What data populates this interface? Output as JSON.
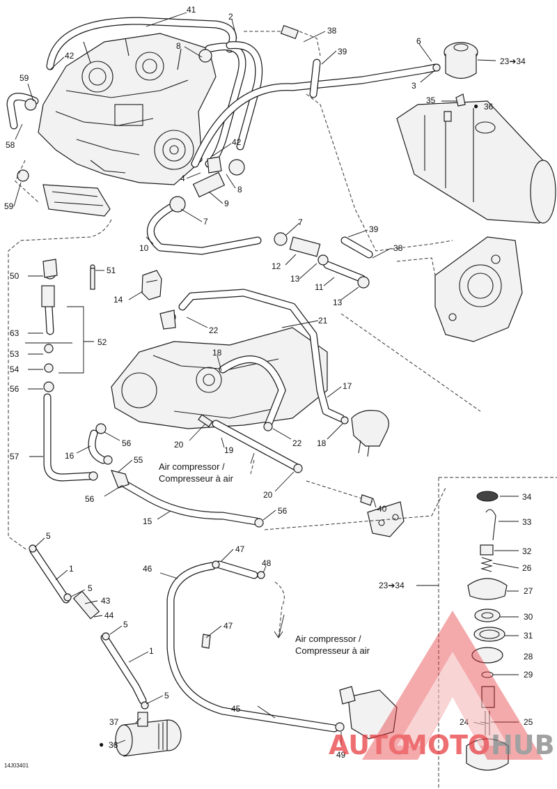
{
  "figure_code": "14J03401",
  "notes": {
    "air_compressor_1": [
      "Air compressor /",
      "Compresseur à air"
    ],
    "air_compressor_2": [
      "Air compressor /",
      "Compresseur à air"
    ]
  },
  "callouts": {
    "c41": "41",
    "c2": "2",
    "c38a": "38",
    "c39a": "39",
    "c6": "6",
    "c23_34a": "23➔34",
    "c8a": "8",
    "c42a": "42",
    "c59a": "59",
    "c3": "3",
    "c35": "35",
    "c36a": "36",
    "c58": "58",
    "c42b": "42",
    "c4": "4",
    "c8b": "8",
    "c59b": "59",
    "c9": "9",
    "c7a": "7",
    "c10": "10",
    "c7b": "7",
    "c39b": "39",
    "c38b": "38",
    "c12": "12",
    "c13a": "13",
    "c11": "11",
    "c13b": "13",
    "c50": "50",
    "c51": "51",
    "c14": "14",
    "c22a": "22",
    "c21": "21",
    "c63": "63",
    "c52": "52",
    "c53": "53",
    "c18a": "18",
    "c54": "54",
    "c56a": "56",
    "c17": "17",
    "c20a": "20",
    "c22b": "22",
    "c18b": "18",
    "c19": "19",
    "c56b": "56",
    "c16": "16",
    "c57": "57",
    "c55": "55",
    "c56c": "56",
    "c20b": "20",
    "c40": "40",
    "c56d": "56",
    "c15": "15",
    "c34": "34",
    "c33": "33",
    "c5a": "5",
    "c47a": "47",
    "c48": "48",
    "c32": "32",
    "c1a": "1",
    "c46": "46",
    "c26": "26",
    "c5b": "5",
    "c23_34b": "23➔34",
    "c43": "43",
    "c27": "27",
    "c44": "44",
    "c5c": "5",
    "c30": "30",
    "c47b": "47",
    "c31": "31",
    "c1b": "1",
    "c28": "28",
    "c29": "29",
    "c5d": "5",
    "c45": "45",
    "c24": "24",
    "c25": "25",
    "c37": "37",
    "c36b": "36",
    "c49": "49"
  },
  "watermark": {
    "text": "AUTOMOTOHUB",
    "color_red": "#e8383d",
    "color_gray": "#7d7d7d"
  },
  "colors": {
    "line": "#1a1a1a",
    "paper": "#ffffff"
  }
}
